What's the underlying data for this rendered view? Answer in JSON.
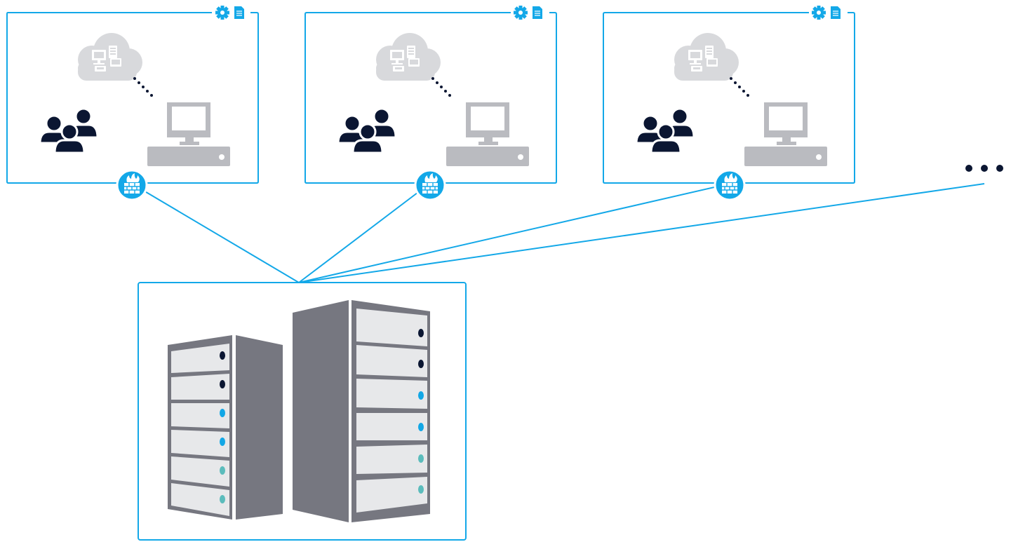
{
  "diagram": {
    "colors": {
      "accent": "#13a8e8",
      "people": "#0b1632",
      "cloud": "#d8d9dc",
      "computer": "#babbc0",
      "server_body": "#767780",
      "drive_face": "#e7e8ea",
      "led_dark": "#0b1632",
      "led_blue": "#12a7e6",
      "led_teal": "#5bbcbc",
      "background": "#ffffff"
    },
    "sites": [
      {
        "name": "site-1",
        "icons": [
          "gear-icon",
          "document-icon",
          "cloud-network-icon",
          "users-icon",
          "desktop-computer-icon",
          "firewall-icon"
        ]
      },
      {
        "name": "site-2",
        "icons": [
          "gear-icon",
          "document-icon",
          "cloud-network-icon",
          "users-icon",
          "desktop-computer-icon",
          "firewall-icon"
        ]
      },
      {
        "name": "site-3",
        "icons": [
          "gear-icon",
          "document-icon",
          "cloud-network-icon",
          "users-icon",
          "desktop-computer-icon",
          "firewall-icon"
        ]
      }
    ],
    "more_sites_indicator": "ellipsis-icon",
    "central": {
      "name": "data-center",
      "racks": [
        {
          "name": "rack-left",
          "led_colors": [
            "dark",
            "dark",
            "blue",
            "blue",
            "teal",
            "teal"
          ]
        },
        {
          "name": "rack-right",
          "led_colors": [
            "dark",
            "dark",
            "blue",
            "blue",
            "teal",
            "teal"
          ]
        }
      ]
    }
  }
}
